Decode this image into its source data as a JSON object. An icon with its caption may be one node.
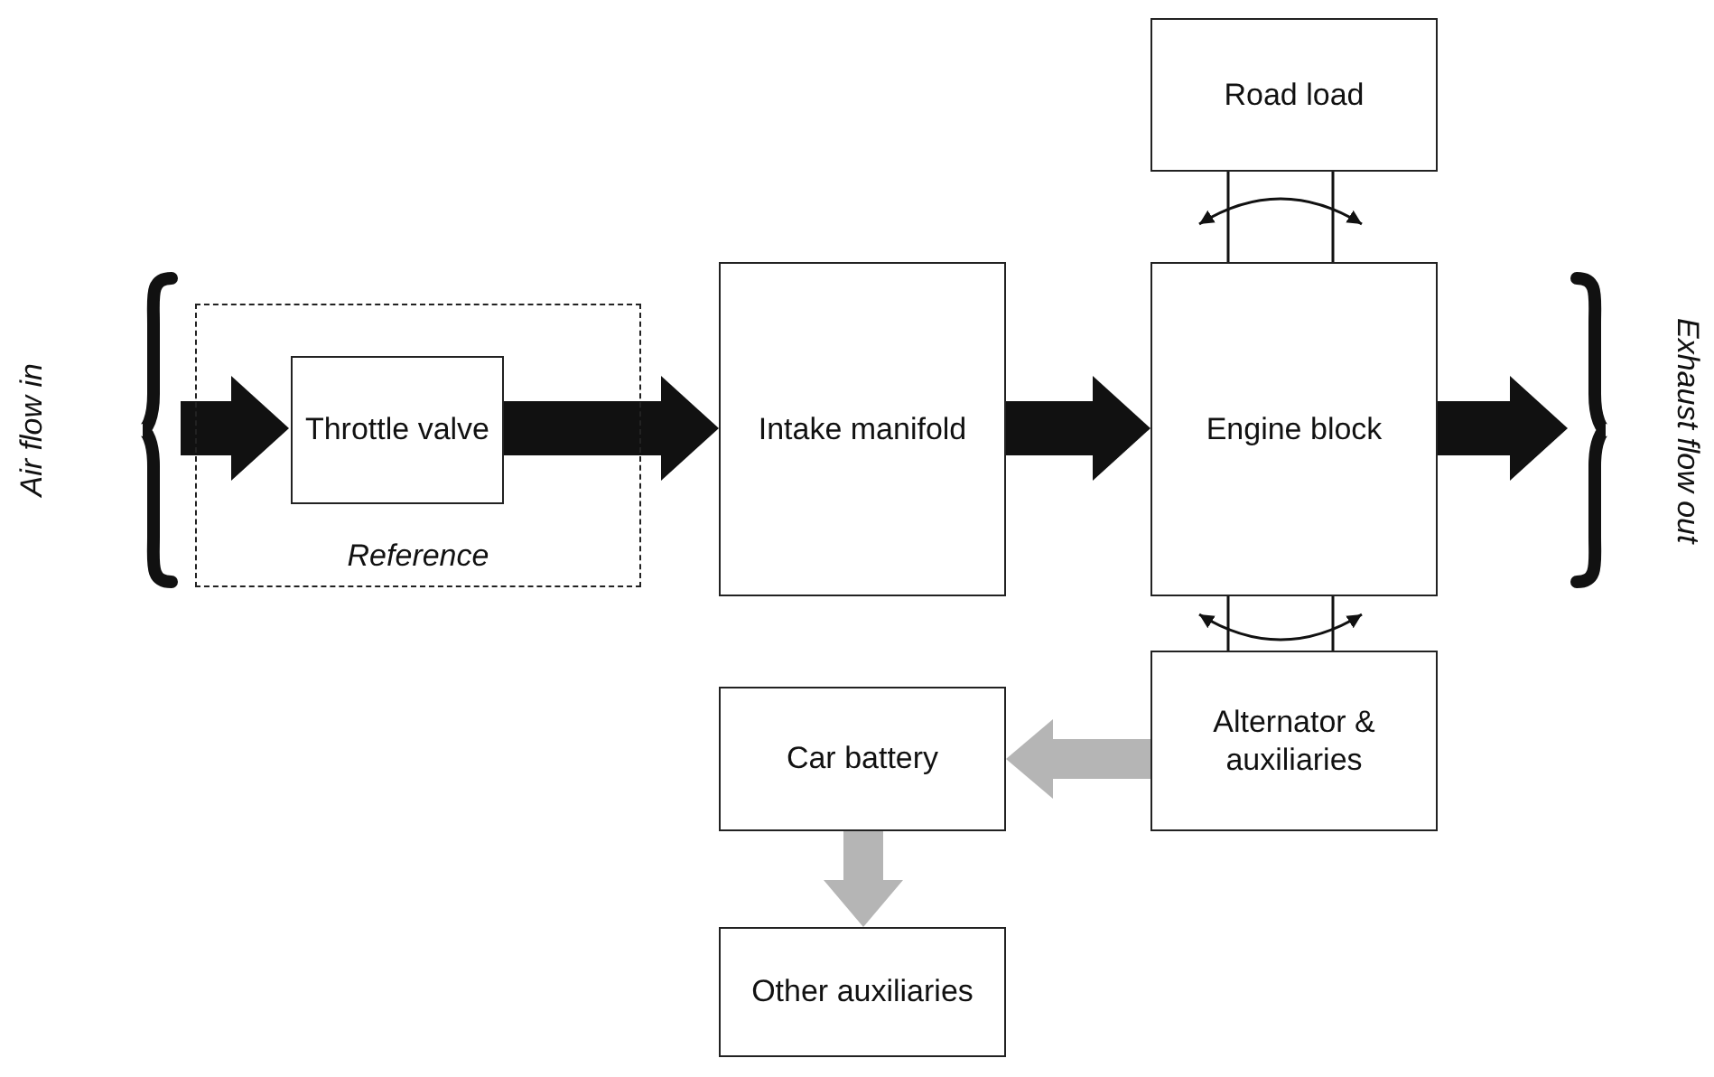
{
  "diagram": {
    "nodes": [
      {
        "text": [
          "Air flow in"
        ]
      },
      {
        "text": [
          "Reference"
        ]
      },
      {
        "text": [
          "Throttle valve"
        ],
        "in": 1
      },
      {
        "text": [
          "Intake manifold"
        ]
      },
      {
        "text": [
          "Engine block"
        ]
      },
      {
        "text": [
          "Road load"
        ]
      },
      {
        "text": [
          "Exhaust flow out"
        ]
      },
      {
        "text": [
          "Car battery"
        ]
      },
      {
        "text": [
          "Alternator & auxiliaries"
        ]
      },
      {
        "text": [
          "Other auxiliaries"
        ]
      }
    ],
    "edges": [
      {
        "from": 0,
        "to": 2,
        "arrow": "to"
      },
      {
        "from": 2,
        "to": 3,
        "arrow": "to"
      },
      {
        "from": 3,
        "to": 4,
        "arrow": "to"
      },
      {
        "from": 4,
        "to": 6,
        "arrow": "to"
      },
      {
        "from": 4,
        "to": 5,
        "arrow": "none"
      },
      {
        "from": 4,
        "to": 8,
        "arrow": "none"
      },
      {
        "from": 8,
        "to": 7,
        "arrow": "to",
        "color": "#b5b5b5"
      },
      {
        "from": 7,
        "to": 9,
        "arrow": "to",
        "color": "#b5b5b5"
      }
    ]
  }
}
